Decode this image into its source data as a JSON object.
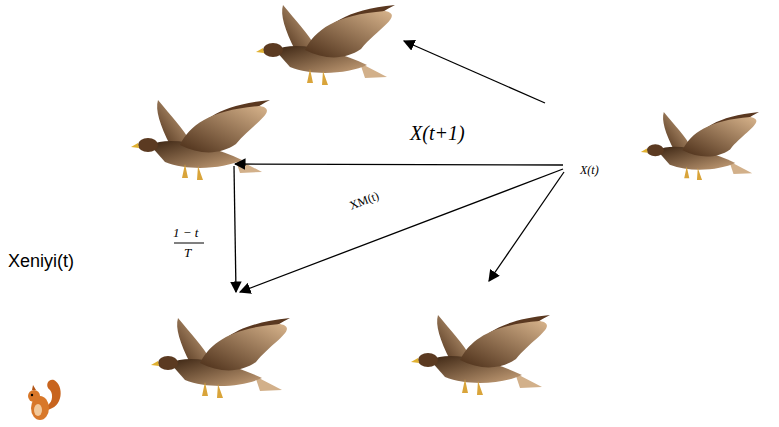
{
  "diagram": {
    "labels": [
      "X(t+1)",
      "X(t)",
      "XM(t)",
      "1 − t",
      "T",
      "Xeniyi(t)"
    ]
  }
}
